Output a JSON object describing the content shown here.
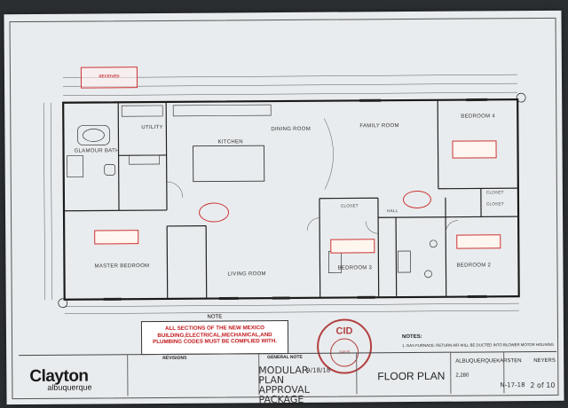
{
  "received_stamp": {
    "line1": "RECEIVED"
  },
  "rooms": {
    "utility": "UTILITY",
    "glamour_bath": "GLAMOUR BATH",
    "kitchen": "KITCHEN",
    "dining_room": "DINING ROOM",
    "family_room": "FAMILY ROOM",
    "bedroom4": "BEDROOM 4",
    "master_bedroom": "MASTER BEDROOM",
    "living_room": "LIVING ROOM",
    "bedroom3": "BEDROOM 3",
    "bedroom2": "BEDROOM 2",
    "closet1": "CLOSET",
    "closet2": "CLOSET",
    "closet3": "CLOSET",
    "hall": "HALL"
  },
  "note": {
    "title": "NOTE",
    "body": "ALL SECTIONS OF THE NEW MEXICO BUILDING,ELECTRICAL,MECHANICAL,AND PLUMBING CODES MUST BE COMPLIED WITH."
  },
  "notes_right": {
    "title": "NOTES:",
    "line1": "1. GAS FURNACE: RETURN AIR WILL BE DUCTED INTO BLOWER MOTOR HOUSING"
  },
  "seal": {
    "text": "CID",
    "number": "29835"
  },
  "title_block": {
    "brand": "Clayton",
    "brand_sub": "albuquerque",
    "revisions_label": "REVISIONS",
    "general_label": "GENERAL NOTE",
    "handwritten": "MODULAR PLAN APPROVAL PACKAGE",
    "handwritten_date": "9/18/18",
    "sheet_title": "FLOOR PLAN",
    "location": "ALBUQUERQUE",
    "customer": "KARSTEN",
    "model": "NEYERS",
    "sheet": "2 of 10",
    "sqft": "2,280",
    "date": "N-17-18"
  }
}
